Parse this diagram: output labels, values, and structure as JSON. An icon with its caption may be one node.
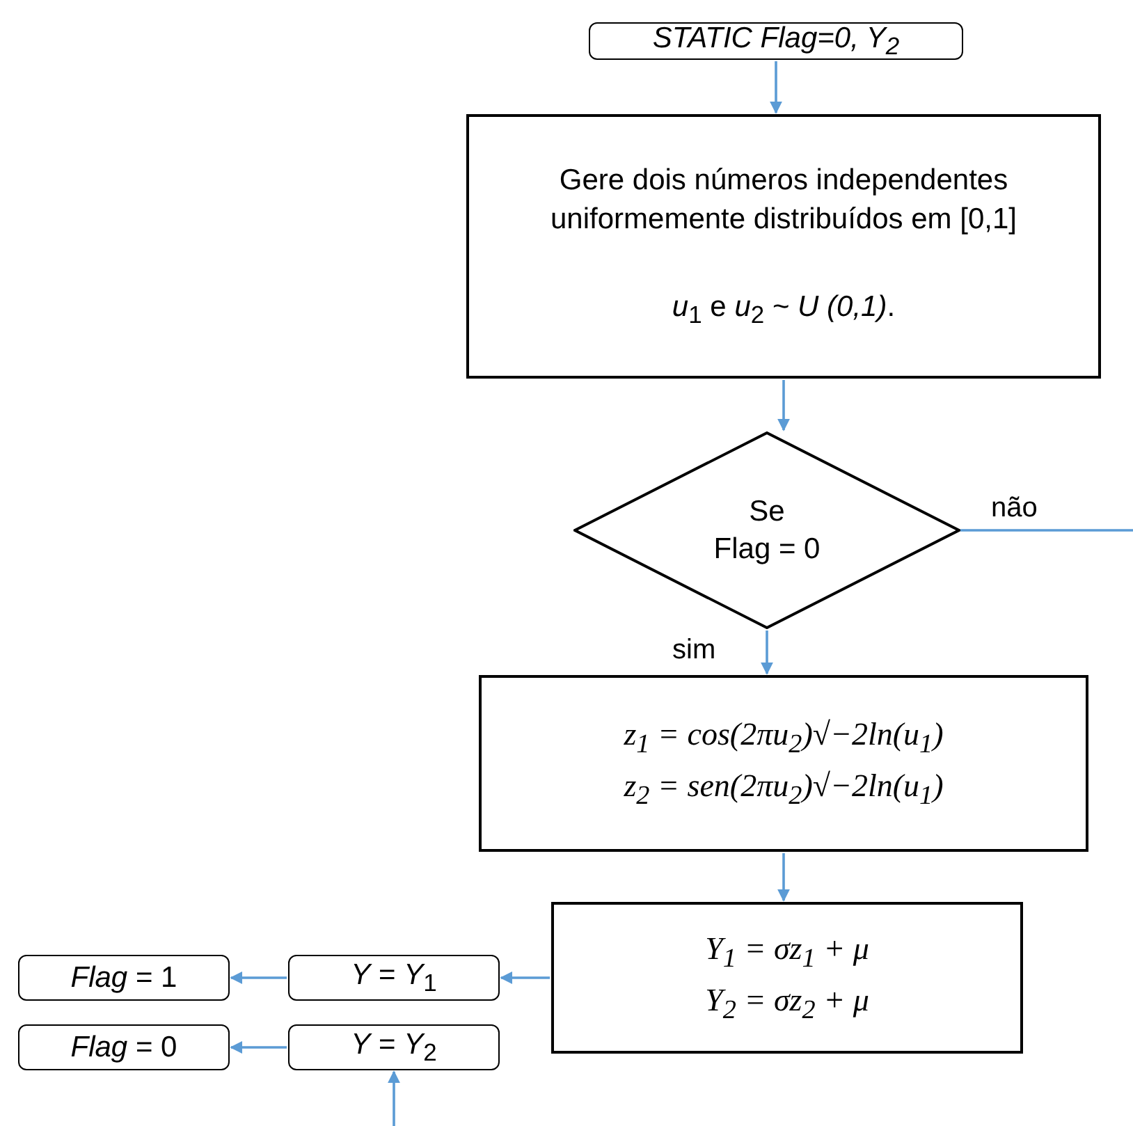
{
  "diagram": {
    "nodes": [
      {
        "text": [
          "STATIC Flag=0, Y$_{2}$"
        ]
      },
      {
        "text": [
          "Gere dois números independentes uniformemente distribuídos em [0,1]",
          "*u*$_{1}$ e *u*$_{2}$ ~ *U (0,1)*."
        ]
      },
      {
        "text": [
          "Se",
          "Flag = 0"
        ]
      },
      {
        "text": [
          "z$_{1}$ = cos(2πu$_{2}$)√−2ln(u$_{1}$)",
          "z$_{2}$ = sen(2πu$_{2}$)√−2ln(u$_{1}$)"
        ]
      },
      {
        "text": [
          "Y$_{1}$ =  σz$_{1}$ + μ",
          "Y$_{2}$ =  σz$_{2}$ + μ"
        ]
      },
      {
        "text": [
          "*Y* = *Y*$_{1}$"
        ]
      },
      {
        "text": [
          "*Y* = *Y*$_{2}$"
        ]
      },
      {
        "text": [
          "*Flag* = 1"
        ]
      },
      {
        "text": [
          "*Flag* = 0"
        ]
      }
    ],
    "edges": [
      {
        "from": 0,
        "to": 1,
        "arrow": "to"
      },
      {
        "from": 1,
        "to": 2,
        "arrow": "to"
      },
      {
        "from": 2,
        "to": 3,
        "arrow": "to",
        "label": "sim"
      },
      {
        "from": 2,
        "to": null,
        "arrow": "none",
        "label": "não"
      },
      {
        "from": 3,
        "to": 4,
        "arrow": "to"
      },
      {
        "from": 4,
        "to": 5,
        "arrow": "to"
      },
      {
        "from": 5,
        "to": 7,
        "arrow": "to"
      },
      {
        "from": 6,
        "to": 8,
        "arrow": "to"
      },
      {
        "from": null,
        "to": 6,
        "arrow": "to"
      }
    ]
  }
}
